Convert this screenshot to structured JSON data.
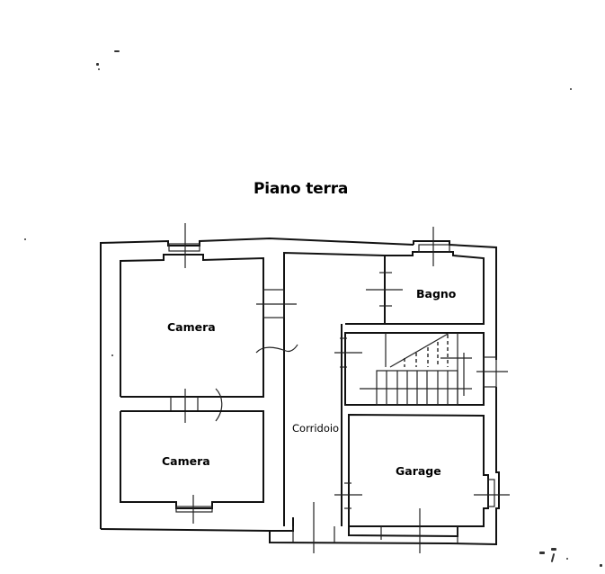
{
  "plan": {
    "title": "Piano terra",
    "rooms": [
      {
        "id": "camera-1",
        "label": "Camera"
      },
      {
        "id": "camera-2",
        "label": "Camera"
      },
      {
        "id": "bagno",
        "label": "Bagno"
      },
      {
        "id": "corridoio",
        "label": "Corridoio"
      },
      {
        "id": "garage",
        "label": "Garage"
      }
    ],
    "colors": {
      "line": "#111111",
      "background": "#ffffff",
      "text": "#000000"
    }
  }
}
